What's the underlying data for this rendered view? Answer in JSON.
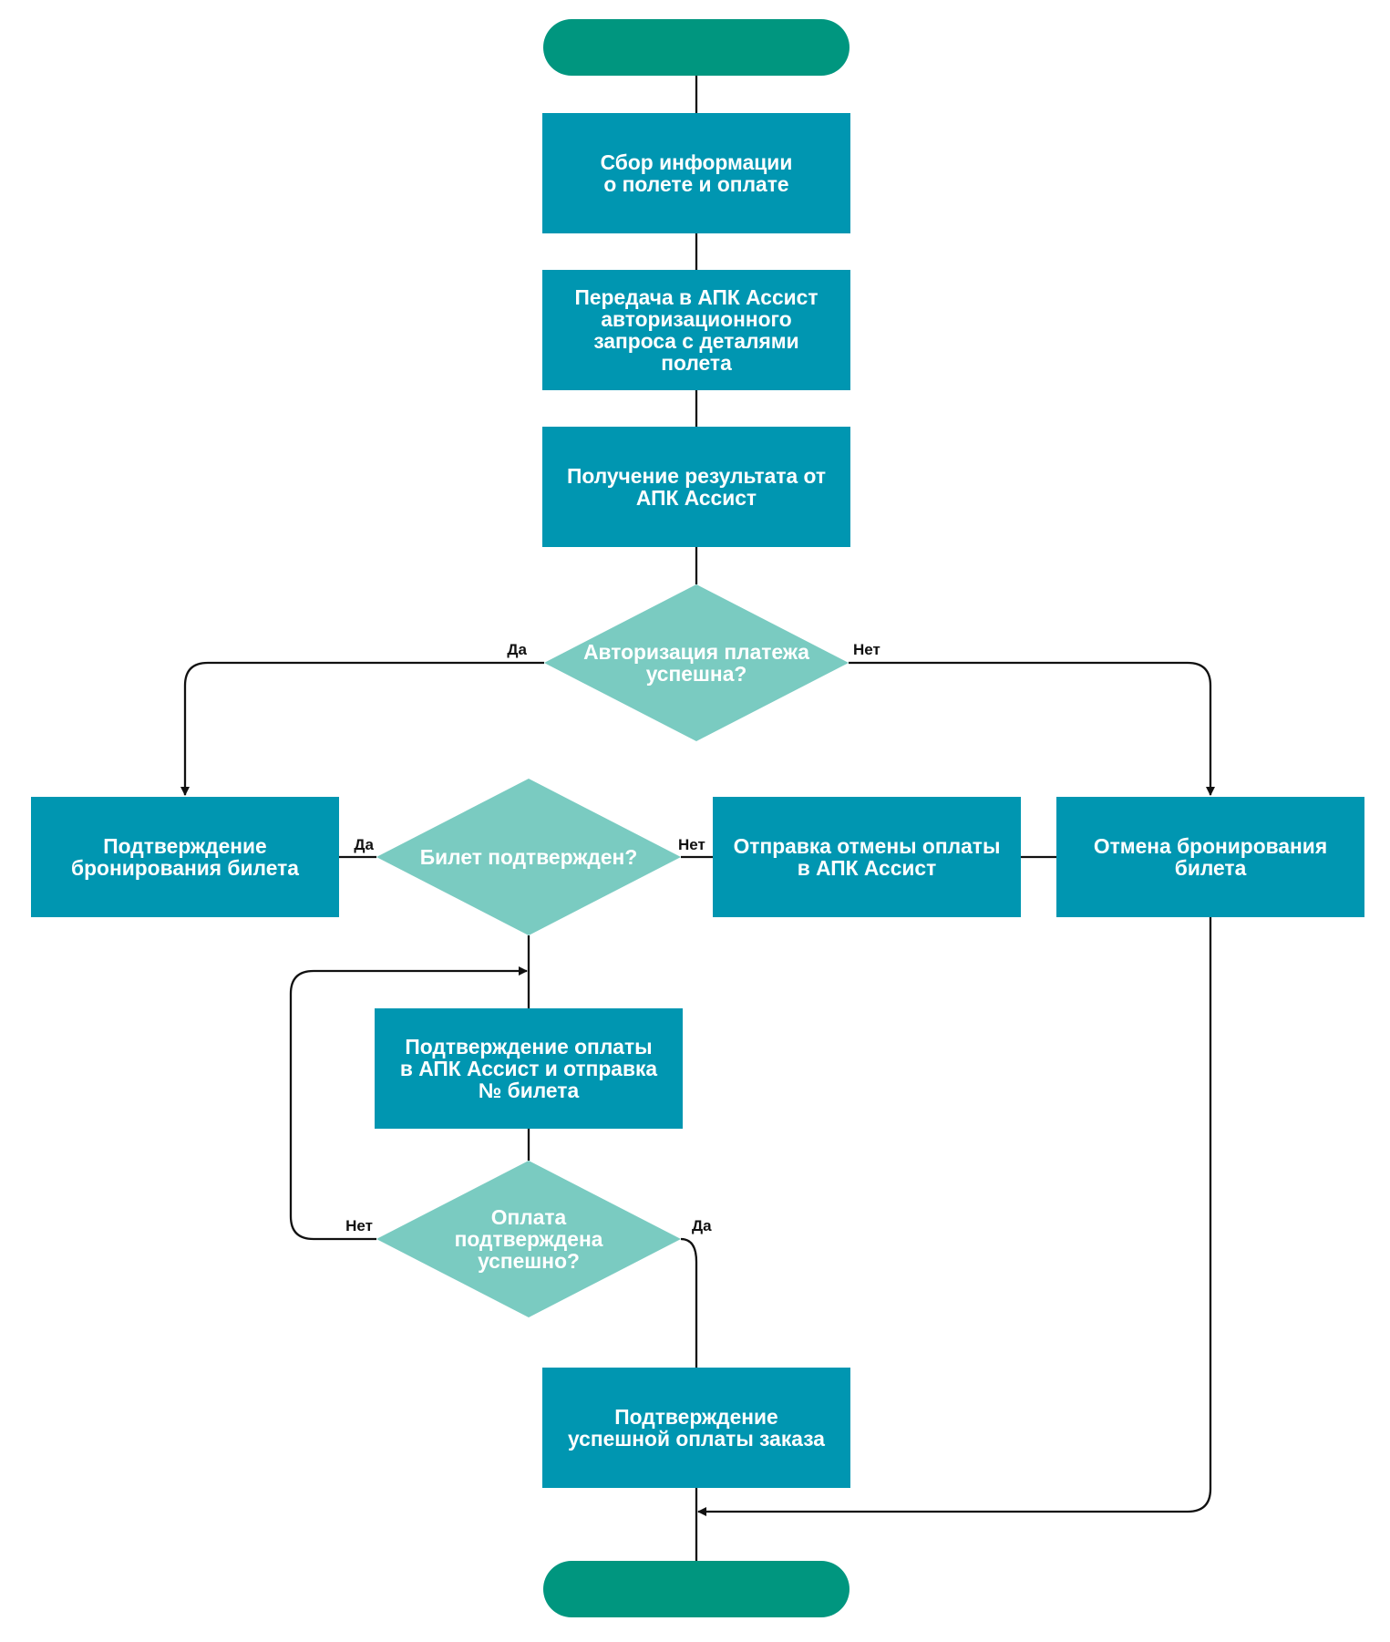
{
  "colors": {
    "terminal": "#00967F",
    "process": "#0096B1",
    "decision": "#7ACBC1",
    "line": "#111111",
    "text_on_shape": "#ffffff"
  },
  "nodes": {
    "start": {
      "kind": "terminal",
      "lines": []
    },
    "collect_info": {
      "kind": "process",
      "lines": [
        "Сбор информации",
        "о полете и оплате"
      ]
    },
    "send_auth": {
      "kind": "process",
      "lines": [
        "Передача в АПК Ассист",
        "авторизационного",
        "запроса с деталями",
        "полета"
      ]
    },
    "get_result": {
      "kind": "process",
      "lines": [
        "Получение результата от",
        "АПК Ассист"
      ]
    },
    "auth_ok": {
      "kind": "decision",
      "lines": [
        "Авторизация платежа",
        "успешна?"
      ]
    },
    "confirm_booking": {
      "kind": "process",
      "lines": [
        "Подтверждение",
        "бронирования билета"
      ]
    },
    "ticket_ok": {
      "kind": "decision",
      "lines": [
        "Билет подтвержден?"
      ]
    },
    "send_cancel": {
      "kind": "process",
      "lines": [
        "Отправка отмены оплаты",
        "в АПК Ассист"
      ]
    },
    "cancel_booking": {
      "kind": "process",
      "lines": [
        "Отмена бронирования",
        "билета"
      ]
    },
    "confirm_payment": {
      "kind": "process",
      "lines": [
        "Подтверждение оплаты",
        "в АПК Ассист и отправка",
        "№ билета"
      ]
    },
    "payment_ok": {
      "kind": "decision",
      "lines": [
        "Оплата",
        "подтверждена",
        "успешно?"
      ]
    },
    "success": {
      "kind": "process",
      "lines": [
        "Подтверждение",
        "успешной оплаты заказа"
      ]
    },
    "end": {
      "kind": "terminal",
      "lines": []
    }
  },
  "edges": [
    {
      "from": "start",
      "to": "collect_info",
      "label": ""
    },
    {
      "from": "collect_info",
      "to": "send_auth",
      "label": ""
    },
    {
      "from": "send_auth",
      "to": "get_result",
      "label": ""
    },
    {
      "from": "get_result",
      "to": "auth_ok",
      "label": ""
    },
    {
      "from": "auth_ok",
      "to": "confirm_booking",
      "label": "Да"
    },
    {
      "from": "auth_ok",
      "to": "cancel_booking",
      "label": "Нет"
    },
    {
      "from": "ticket_ok",
      "to": "confirm_booking",
      "label": "Да"
    },
    {
      "from": "ticket_ok",
      "to": "send_cancel",
      "label": "Нет"
    },
    {
      "from": "send_cancel",
      "to": "cancel_booking",
      "label": ""
    },
    {
      "from": "ticket_ok",
      "to": "confirm_payment",
      "label": ""
    },
    {
      "from": "confirm_payment",
      "to": "payment_ok",
      "label": ""
    },
    {
      "from": "payment_ok",
      "to": "confirm_payment",
      "label": "Нет"
    },
    {
      "from": "payment_ok",
      "to": "success",
      "label": "Да"
    },
    {
      "from": "success",
      "to": "end",
      "label": ""
    },
    {
      "from": "cancel_booking",
      "to": "end",
      "label": ""
    }
  ]
}
